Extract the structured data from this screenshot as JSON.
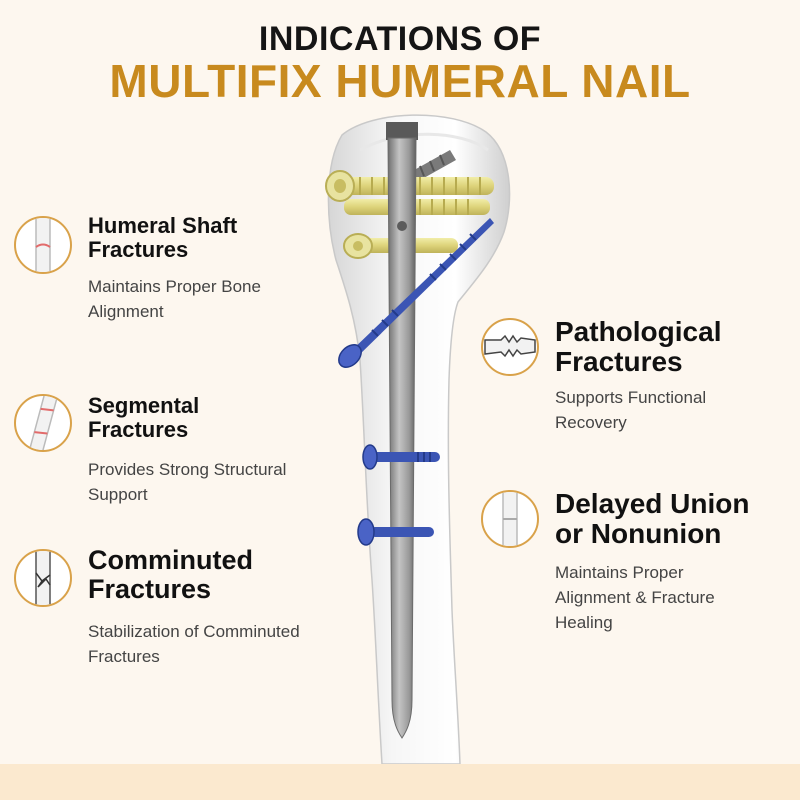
{
  "header": {
    "line1": "INDICATIONS OF",
    "line2": "MULTIFIX HUMERAL NAIL"
  },
  "colors": {
    "accent": "#c88a1e",
    "title": "#151515",
    "background": "#fdf7ef",
    "footer": "#fbe9cf",
    "screw_blue": "#3b55b4",
    "screw_gold": "#e3dd8a",
    "nail_gray": "#9a9a9a"
  },
  "indications": [
    {
      "icon": "humeral-shaft-fracture-icon",
      "title_lines": [
        "Humeral Shaft",
        "Fractures"
      ],
      "desc_lines": [
        "Maintains Proper Bone",
        "Alignment"
      ]
    },
    {
      "icon": "segmental-fracture-icon",
      "title_lines": [
        "Segmental",
        "Fractures"
      ],
      "desc_lines": [
        "Provides Strong Structural",
        "Support"
      ]
    },
    {
      "icon": "comminuted-fracture-icon",
      "title_lines": [
        "Comminuted",
        "Fractures"
      ],
      "desc_lines": [
        "Stabilization of Comminuted",
        "Fractures"
      ]
    },
    {
      "icon": "pathological-fracture-icon",
      "title_lines": [
        "Pathological",
        "Fractures"
      ],
      "desc_lines": [
        "Supports Functional",
        "Recovery"
      ]
    },
    {
      "icon": "delayed-union-icon",
      "title_lines": [
        "Delayed Union",
        "or Nonunion"
      ],
      "desc_lines": [
        "Maintains Proper",
        "Alignment & Fracture",
        "Healing"
      ]
    }
  ]
}
